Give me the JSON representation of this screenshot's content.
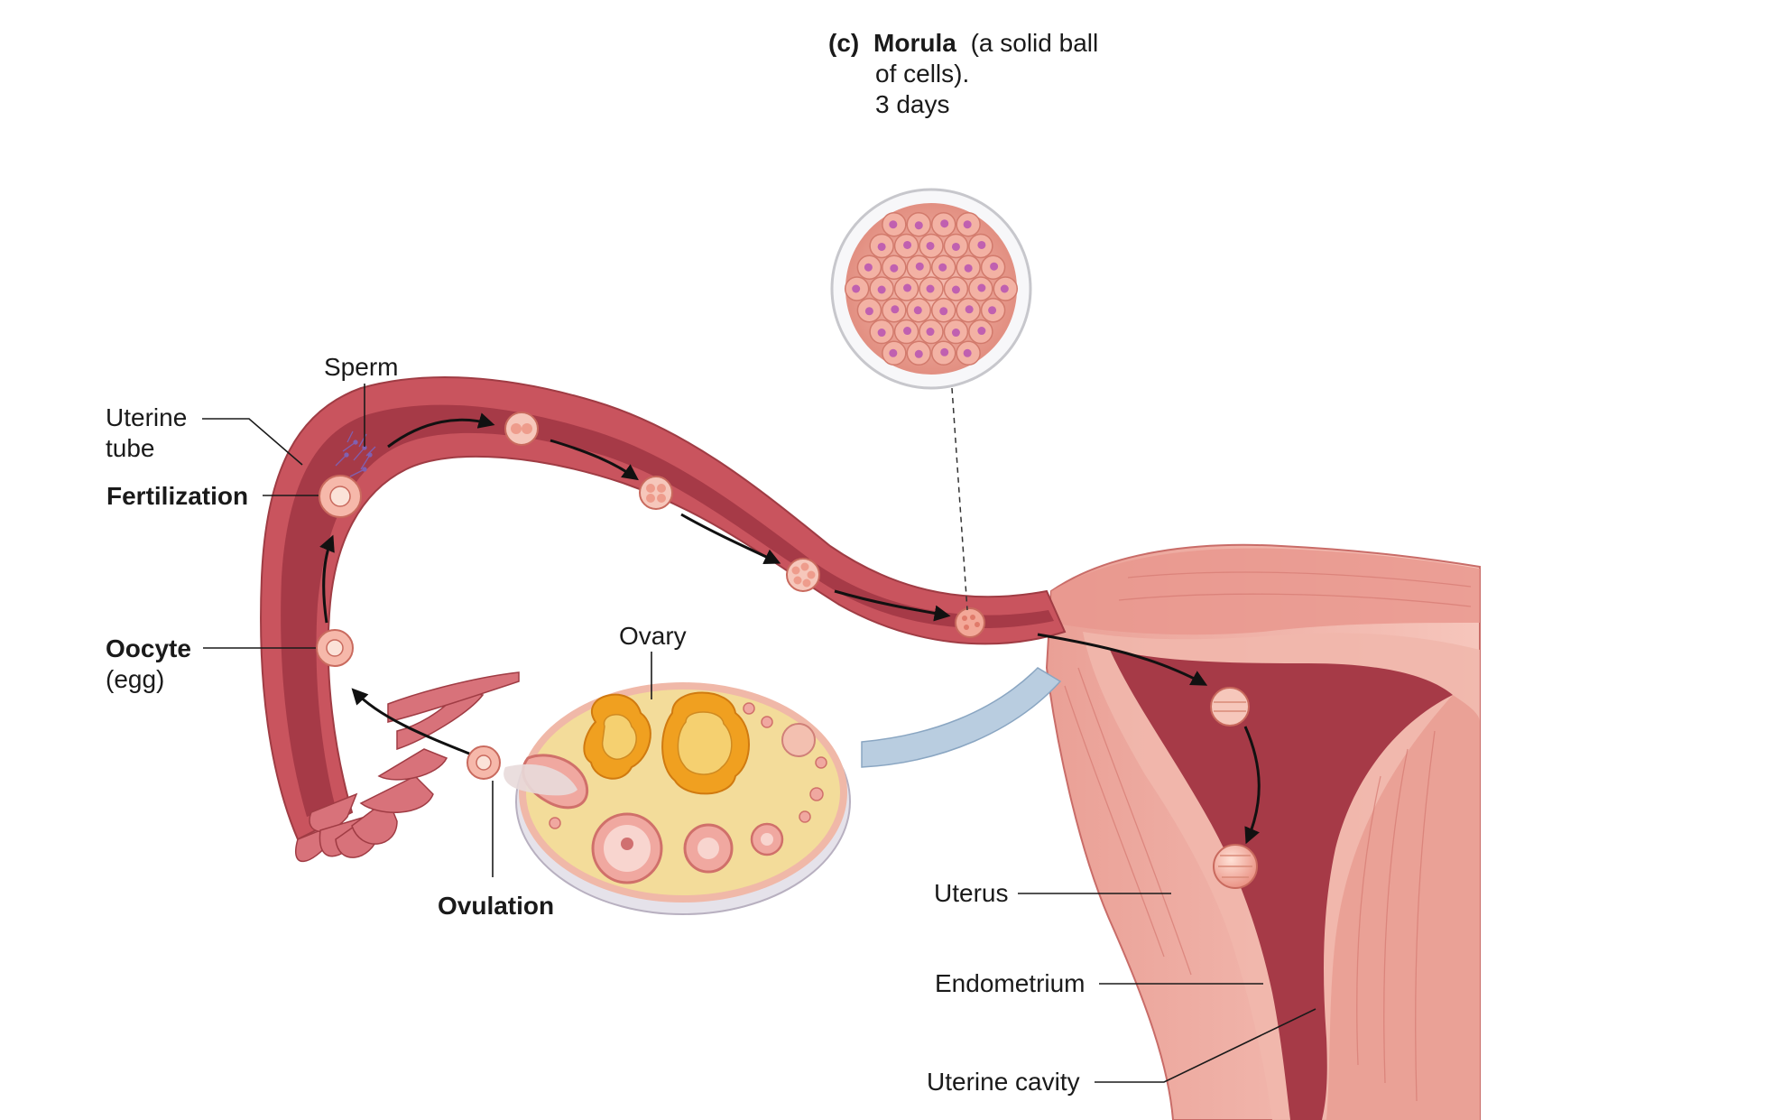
{
  "morula": {
    "letter": "(c)",
    "name": "Morula",
    "desc_1": "(a solid ball",
    "desc_2": "of cells).",
    "time": "3 days"
  },
  "labels": {
    "sperm": "Sperm",
    "uterine_tube_1": "Uterine",
    "uterine_tube_2": "tube",
    "fertilization": "Fertilization",
    "oocyte": "Oocyte",
    "egg": "(egg)",
    "ovary": "Ovary",
    "ovulation": "Ovulation",
    "uterus": "Uterus",
    "endometrium": "Endometrium",
    "uterine_cavity": "Uterine cavity"
  },
  "colors": {
    "tube_outer": "#c9545e",
    "tube_inner": "#a63a47",
    "tissue_light": "#e89990",
    "tissue_pale": "#f3bdb3",
    "ovary_fill": "#f3dc9a",
    "ovary_rim": "#f0c8b8",
    "corpus": "#f0a020",
    "ligament": "#b9cde0",
    "cell_pink": "#f1a99a",
    "nucleus": "#c060b0"
  }
}
